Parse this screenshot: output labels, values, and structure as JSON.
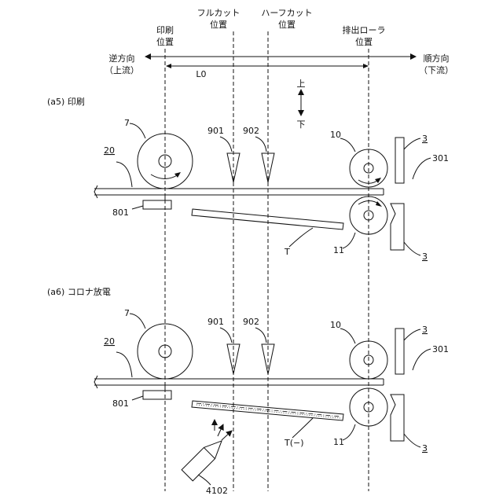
{
  "header": {
    "print_pos": [
      "印刷",
      "位置"
    ],
    "full_cut_pos": [
      "フルカット",
      "位置"
    ],
    "half_cut_pos": [
      "ハーフカット",
      "位置"
    ],
    "eject_roller_pos": [
      "排出ローラ",
      "位置"
    ],
    "upstream": [
      "逆方向",
      "（上流）"
    ],
    "downstream": [
      "順方向",
      "（下流）"
    ],
    "distance": "L0",
    "up": "上",
    "down": "下"
  },
  "panel_a5": {
    "caption": "(a5) 印刷",
    "labels": {
      "platen": "7",
      "cutter_full": "901",
      "cutter_half": "902",
      "roller_upper": "10",
      "roller_lower": "11",
      "guide_upper": "3",
      "guide_lower": "3",
      "guide_part": "301",
      "tape": "20",
      "sensor": "801",
      "tube": "T"
    }
  },
  "panel_a6": {
    "caption": "(a6) コロナ放電",
    "labels": {
      "platen": "7",
      "cutter_full": "901",
      "cutter_half": "902",
      "roller_upper": "10",
      "roller_lower": "11",
      "guide_upper": "3",
      "guide_lower": "3",
      "guide_part": "301",
      "tape": "20",
      "sensor": "801",
      "tube": "T(−)",
      "discharger": "4102"
    }
  }
}
